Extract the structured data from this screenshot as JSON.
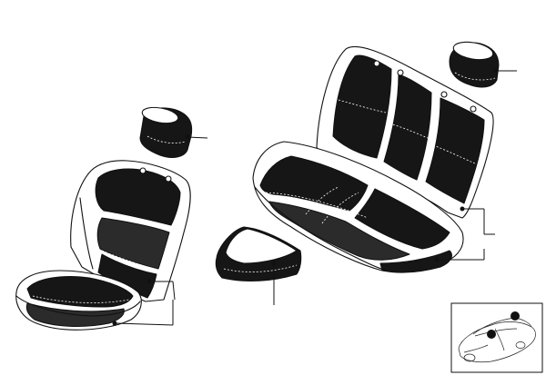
{
  "diagram": {
    "parts": [
      {
        "id": "front-headrest",
        "name": "front-headrest"
      },
      {
        "id": "front-seat",
        "name": "front-seat"
      },
      {
        "id": "armrest-cushion",
        "name": "armrest-cushion"
      },
      {
        "id": "rear-bench-seat",
        "name": "rear-bench-seat"
      },
      {
        "id": "rear-headrest",
        "name": "rear-headrest"
      }
    ],
    "locator": {
      "name": "vehicle-locator-thumbnail"
    },
    "colors": {
      "line": "#111111",
      "fill_dark": "#161616",
      "background": "#ffffff"
    }
  }
}
